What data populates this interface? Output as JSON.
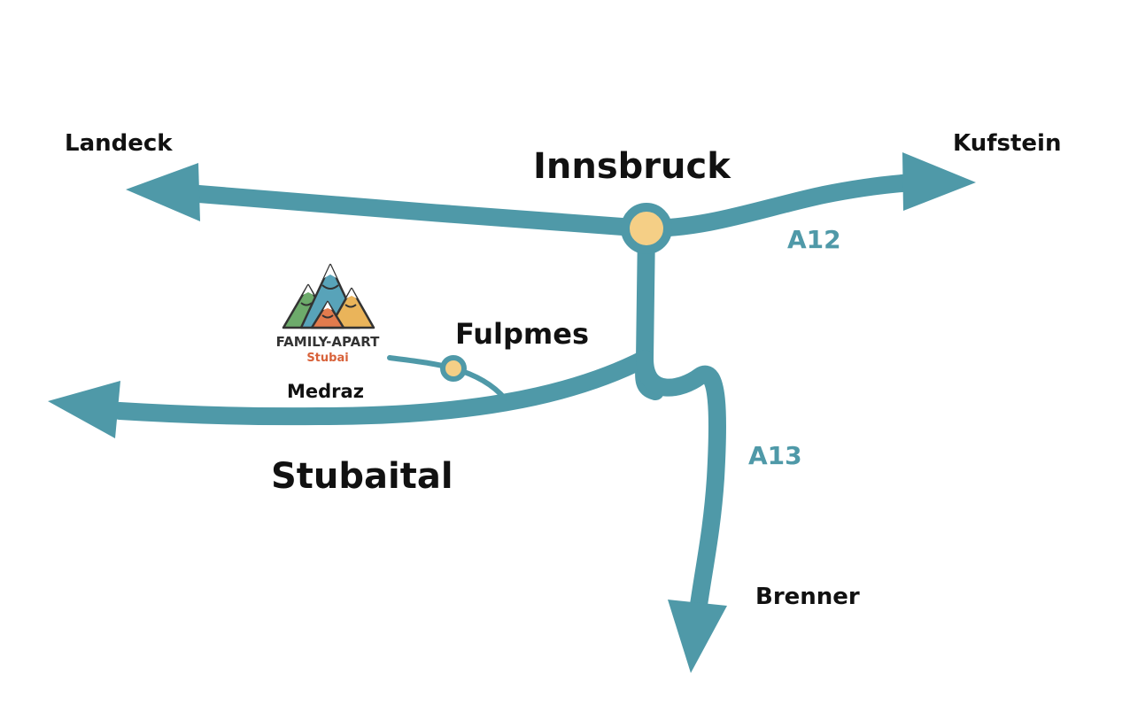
{
  "map": {
    "places": {
      "innsbruck": "Innsbruck",
      "landeck": "Landeck",
      "kufstein": "Kufstein",
      "fulpmes": "Fulpmes",
      "medraz": "Medraz",
      "stubaital": "Stubaital",
      "brenner": "Brenner"
    },
    "roads": {
      "a12": "A12",
      "a13": "A13"
    },
    "logo": {
      "name": "FAMILY-APART",
      "subtitle": "Stubai"
    },
    "colors": {
      "road": "#4f99a8",
      "node_fill": "#f5cf86",
      "text": "#111111",
      "logo_subtitle": "#d8623a"
    }
  }
}
